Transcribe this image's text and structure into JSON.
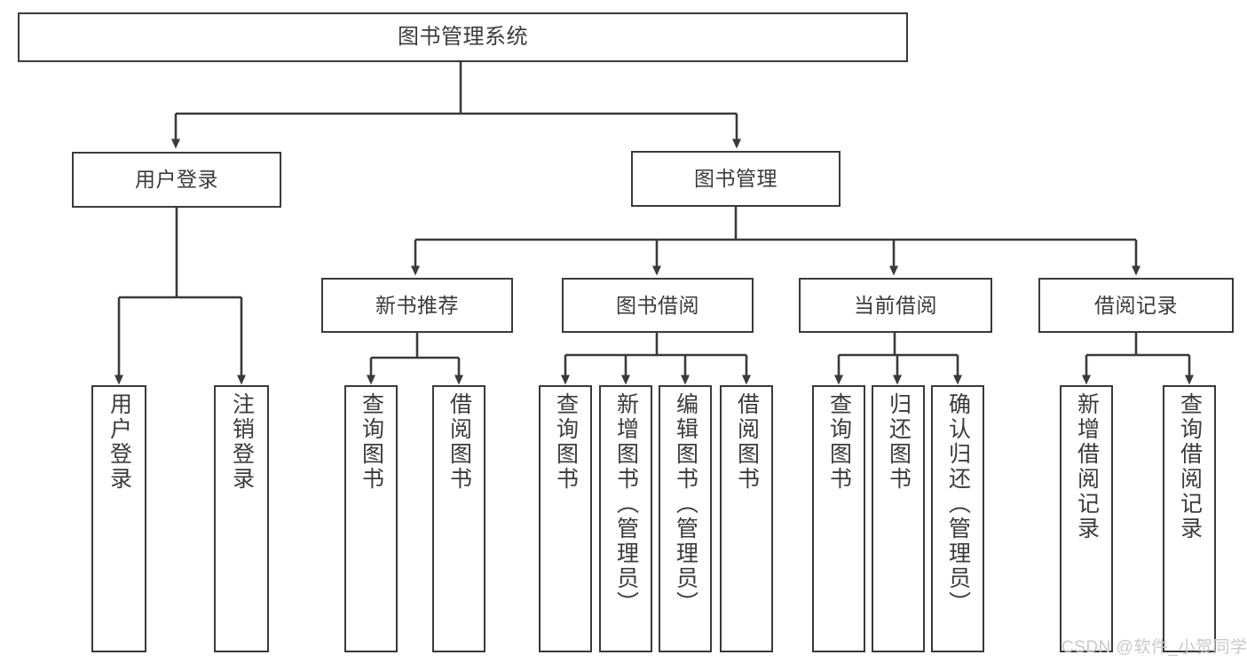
{
  "diagram": {
    "title": "图书管理系统",
    "type": "tree-hierarchy-diagram",
    "root": {
      "id": "root",
      "label": "图书管理系统"
    },
    "level1": [
      {
        "id": "user-login",
        "label": "用户登录"
      },
      {
        "id": "book-manage",
        "label": "图书管理"
      }
    ],
    "level2": [
      {
        "id": "new-book-recommend",
        "label": "新书推荐"
      },
      {
        "id": "book-borrow",
        "label": "图书借阅"
      },
      {
        "id": "current-borrow",
        "label": "当前借阅"
      },
      {
        "id": "borrow-record",
        "label": "借阅记录"
      }
    ],
    "leaves": {
      "user_login": [
        {
          "id": "leaf-user-login",
          "label": "用户登录"
        },
        {
          "id": "leaf-logout",
          "label": "注销登录"
        }
      ],
      "new_book_recommend": [
        {
          "id": "leaf-query-book-1",
          "label": "查询图书"
        },
        {
          "id": "leaf-borrow-book-1",
          "label": "借阅图书"
        }
      ],
      "book_borrow": [
        {
          "id": "leaf-query-book-2",
          "label": "查询图书"
        },
        {
          "id": "leaf-add-book",
          "label": "新增图书（管理员）"
        },
        {
          "id": "leaf-edit-book",
          "label": "编辑图书（管理员）"
        },
        {
          "id": "leaf-borrow-book-2",
          "label": "借阅图书"
        }
      ],
      "current_borrow": [
        {
          "id": "leaf-query-book-3",
          "label": "查询图书"
        },
        {
          "id": "leaf-return-book",
          "label": "归还图书"
        },
        {
          "id": "leaf-confirm-return",
          "label": "确认归还（管理员）"
        }
      ],
      "borrow_record": [
        {
          "id": "leaf-add-record",
          "label": "新增借阅记录"
        },
        {
          "id": "leaf-query-record",
          "label": "查询借阅记录"
        }
      ]
    }
  },
  "watermark": {
    "text": "CSDN @软件_小贺同学"
  },
  "colors": {
    "stroke": "#3a3a3a",
    "box_fill": "#ffffff",
    "text": "#3b3b3b",
    "watermark": "#c9c9c9",
    "background": "#ffffff"
  }
}
